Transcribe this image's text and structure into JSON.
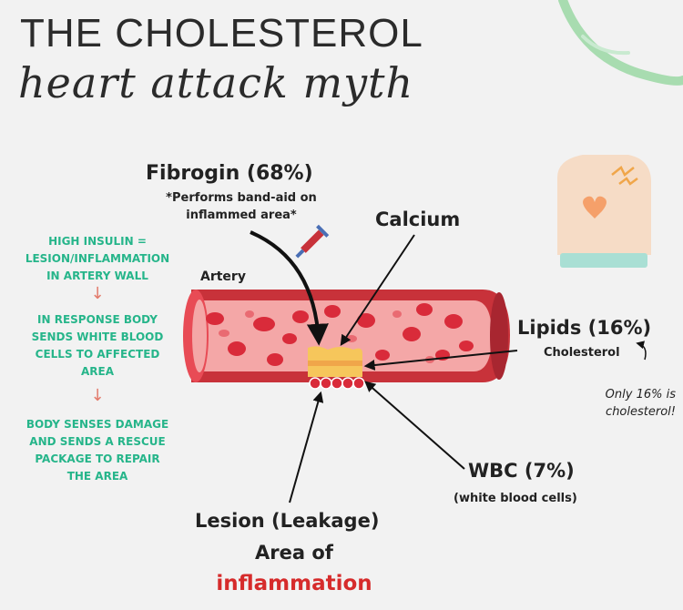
{
  "header": {
    "title": "THE CHOLESTEROL",
    "subtitle": "heart attack myth"
  },
  "left_steps": {
    "step1_line1": "HIGH INSULIN =",
    "step1_line2": "LESION/INFLAMMATION",
    "step1_line3": "IN ARTERY WALL",
    "step2_line1": "IN RESPONSE BODY",
    "step2_line2": "SENDS WHITE BLOOD",
    "step2_line3": "CELLS TO AFFECTED",
    "step2_line4": "AREA",
    "step3_line1": "BODY SENSES DAMAGE",
    "step3_line2": "AND SENDS A RESCUE",
    "step3_line3": "PACKAGE TO REPAIR",
    "step3_line4": "THE AREA",
    "arrow_glyph": "↓"
  },
  "labels": {
    "fibrogin": "Fibrogin (68%)",
    "fibrogin_note_line1": "*Performs band-aid on",
    "fibrogin_note_line2": "inflammed area*",
    "calcium": "Calcium",
    "artery": "Artery",
    "lipids": "Lipids (16%)",
    "cholesterol": "Cholesterol",
    "only_line1": "Only 16% is",
    "only_line2": "cholesterol!",
    "wbc": "WBC (7%)",
    "wbc_full": "(white blood cells)",
    "lesion": "Lesion (Leakage)",
    "area_of": "Area of",
    "inflammation": "inflammation"
  },
  "colors": {
    "step_text": "#26b58a",
    "step_arrow": "#e37a6b",
    "artery_outer": "#c8323a",
    "artery_inner": "#f4a7a7",
    "blood_cell": "#d92b3a",
    "plaque": "#f6c65b",
    "inflammation": "#d62b2b",
    "accent_arc": "#a8dcb0"
  }
}
